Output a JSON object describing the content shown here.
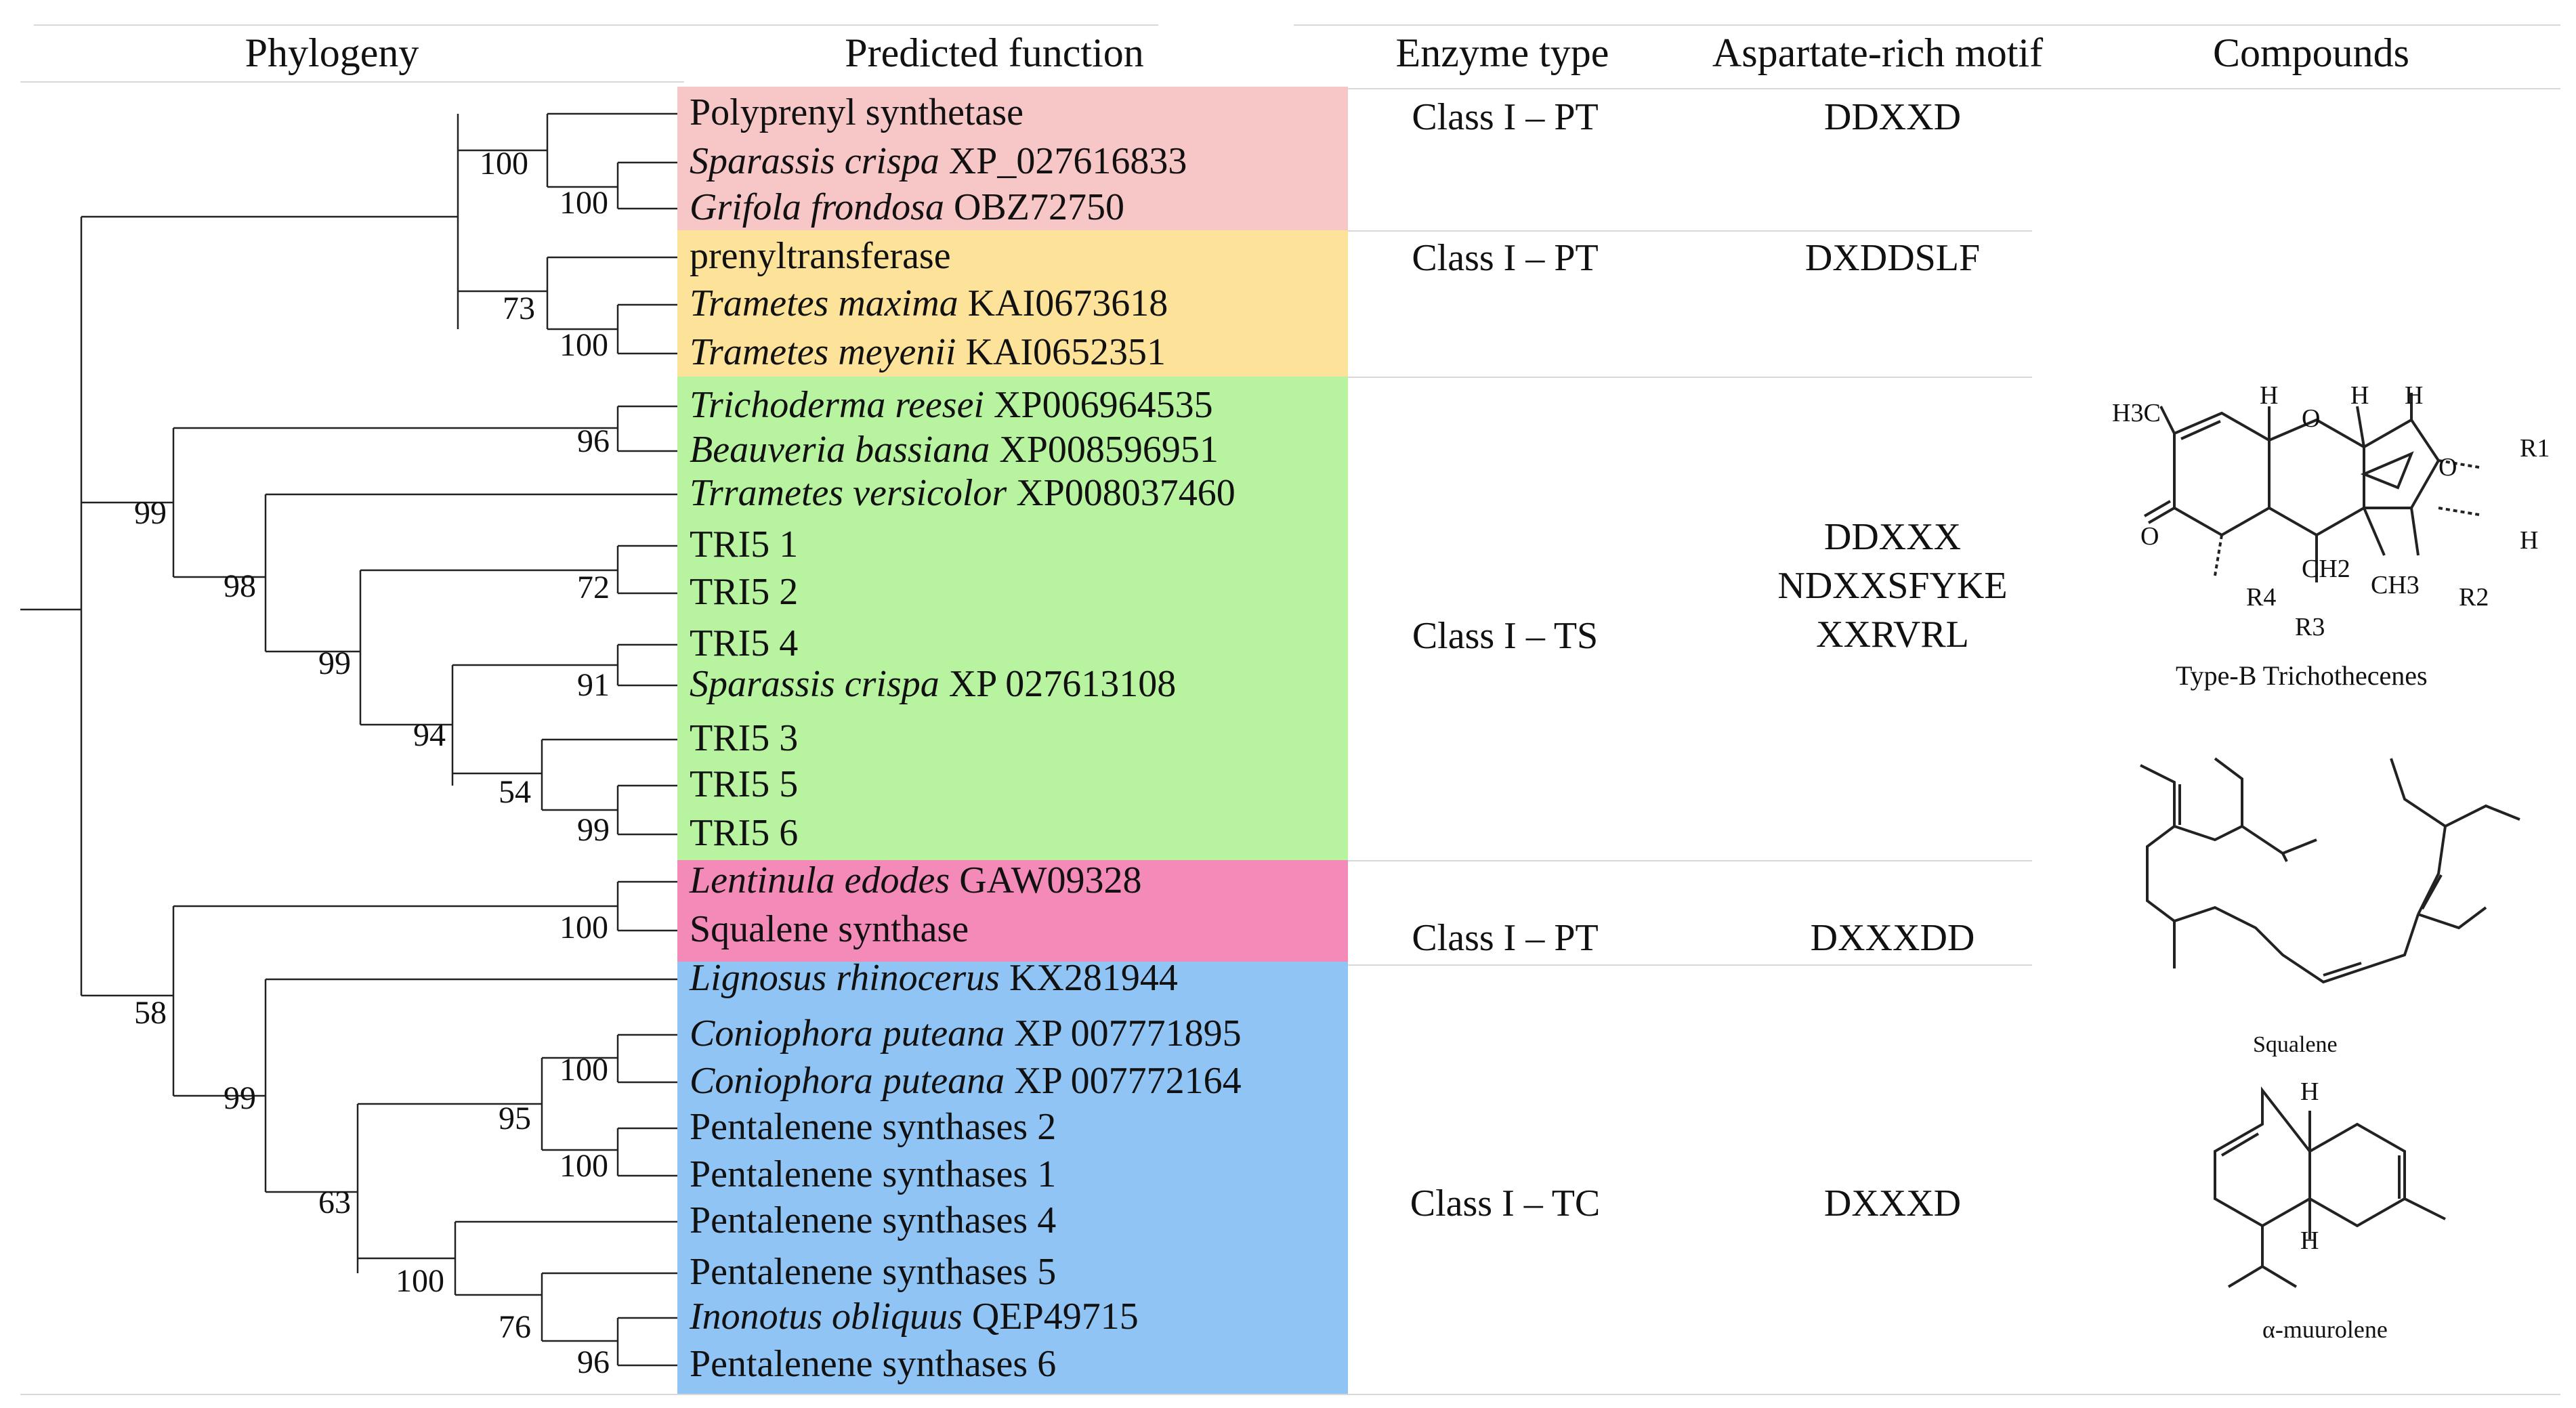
{
  "headers": {
    "phylogeny": "Phylogeny",
    "function": "Predicted function",
    "enzyme": "Enzyme type",
    "motif": "Aspartate-rich motif",
    "compounds": "Compounds"
  },
  "colors": {
    "pink": "#f7c6c6",
    "yellow": "#fde39a",
    "green": "#b8f4a0",
    "magenta": "#f48ab8",
    "blue": "#90c4f4"
  },
  "taxa": [
    {
      "name": "",
      "plain": "Polyprenyl synthetase"
    },
    {
      "name": "Sparassis crispa",
      "plain": " XP_027616833"
    },
    {
      "name": "Grifola frondosa",
      "plain": " OBZ72750"
    },
    {
      "name": "",
      "plain": "prenyltransferase"
    },
    {
      "name": "Trametes maxima",
      "plain": " KAI0673618"
    },
    {
      "name": "Trametes meyenii",
      "plain": " KAI0652351"
    },
    {
      "name": "Trichoderma reesei",
      "plain": "  XP006964535"
    },
    {
      "name": "Beauveria bassiana",
      "plain": "  XP008596951"
    },
    {
      "name": "Trrametes versicolor",
      "plain": "  XP008037460"
    },
    {
      "name": "",
      "plain": "TRI5 1"
    },
    {
      "name": "",
      "plain": "TRI5 2"
    },
    {
      "name": "",
      "plain": "TRI5 4"
    },
    {
      "name": "Sparassis crispa",
      "plain": "  XP 027613108"
    },
    {
      "name": "",
      "plain": "TRI5 3"
    },
    {
      "name": "",
      "plain": "TRI5 5"
    },
    {
      "name": "",
      "plain": "TRI5 6"
    },
    {
      "name": "Lentinula edodes",
      "plain": " GAW09328"
    },
    {
      "name": "",
      "plain": "Squalene synthase"
    },
    {
      "name": "Lignosus rhinocerus",
      "plain": " KX281944"
    },
    {
      "name": "Coniophora puteana",
      "plain": " XP 007771895"
    },
    {
      "name": "Coniophora puteana",
      "plain": " XP 007772164"
    },
    {
      "name": "",
      "plain": "Pentalenene synthases 2"
    },
    {
      "name": "",
      "plain": "Pentalenene synthases 1"
    },
    {
      "name": "",
      "plain": "Pentalenene synthases 4"
    },
    {
      "name": "",
      "plain": "Pentalenene synthases 5"
    },
    {
      "name": "Inonotus obliquus",
      "plain": " QEP49715"
    },
    {
      "name": "",
      "plain": "Pentalenene synthases 6"
    }
  ],
  "bootstrap": [
    "100",
    "100",
    "73",
    "100",
    "99",
    "96",
    "98",
    "72",
    "99",
    "91",
    "94",
    "54",
    "99",
    "100",
    "58",
    "99",
    "100",
    "95",
    "100",
    "63",
    "100",
    "76",
    "96"
  ],
  "groups": [
    {
      "enzyme": "Class I – PT",
      "motif": [
        "DDXXD"
      ]
    },
    {
      "enzyme": "Class I – PT",
      "motif": [
        "DXDDSLF"
      ]
    },
    {
      "enzyme": "Class I – TS",
      "motif": [
        "DDXXX",
        "NDXXSFYKE",
        "XXRVRL"
      ]
    },
    {
      "enzyme": "Class I – PT",
      "motif": [
        "DXXXDD"
      ]
    },
    {
      "enzyme": "Class I – TC",
      "motif": [
        "DXXXD"
      ]
    }
  ],
  "compounds": {
    "trichothecene": {
      "name": "Type-B Trichothecenes",
      "atoms": [
        "H3C",
        "H",
        "O",
        "H",
        "H",
        "R1",
        "O",
        "O",
        "H",
        "CH2",
        "CH3",
        "R4",
        "R3",
        "R2"
      ]
    },
    "squalene": {
      "name": "Squalene"
    },
    "muurolene": {
      "name": "α-muurolene",
      "atoms": [
        "H",
        "H"
      ]
    }
  }
}
